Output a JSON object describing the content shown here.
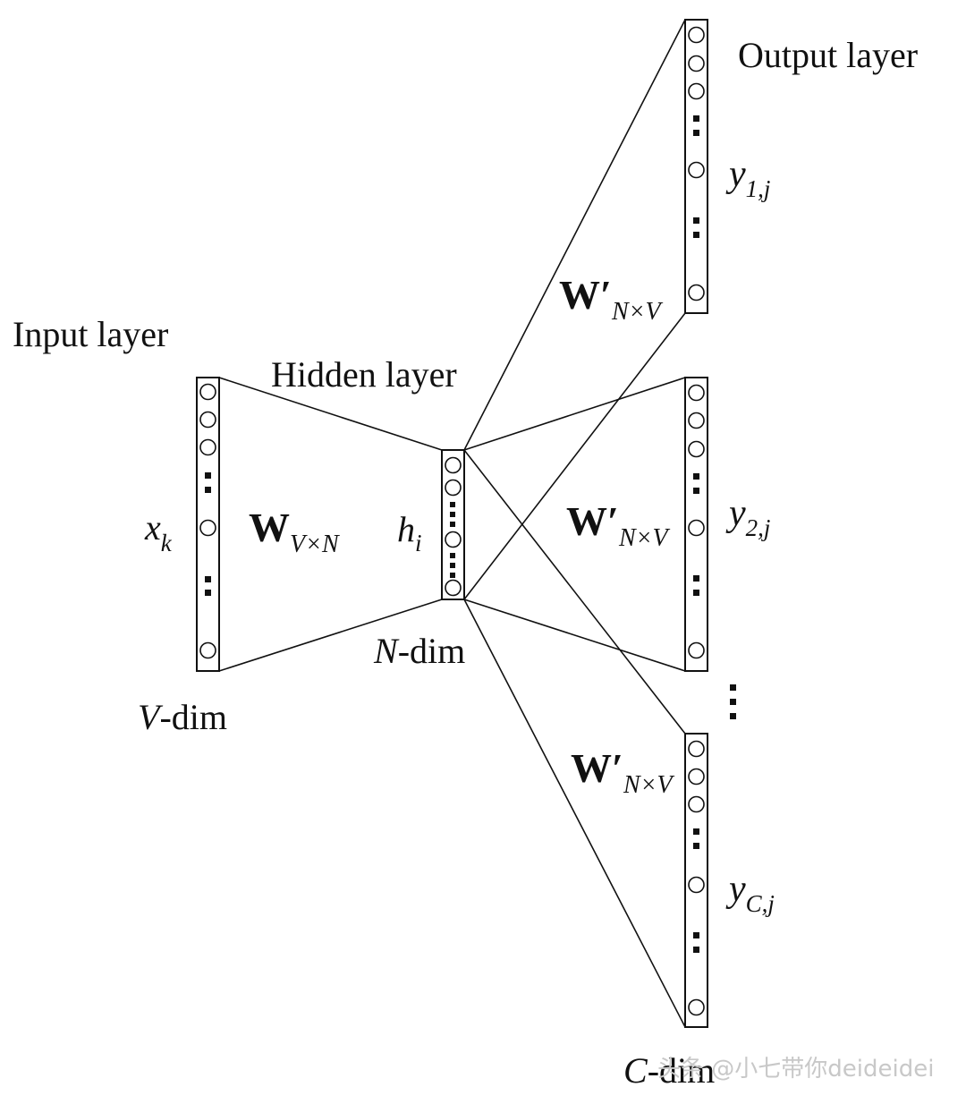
{
  "labels": {
    "input_layer": "Input layer",
    "hidden_layer": "Hidden layer",
    "output_layer": "Output layer",
    "input_var": "x",
    "input_sub": "k",
    "hidden_var": "h",
    "hidden_sub": "i",
    "input_dim_var": "V",
    "input_dim_suffix": "-dim",
    "hidden_dim_var": "N",
    "hidden_dim_suffix": "-dim",
    "output_dim_var": "C",
    "output_dim_suffix": "-dim"
  },
  "weights": {
    "input_matrix": "W",
    "input_sub": "V×N",
    "output_matrix": "W′",
    "output_sub": "N×V"
  },
  "outputs": [
    {
      "var": "y",
      "sub": "1,j"
    },
    {
      "var": "y",
      "sub": "2,j"
    },
    {
      "var": "y",
      "sub": "C,j"
    }
  ],
  "watermark": "头条 @小七带你deideidei",
  "colors": {
    "line": "#111111",
    "background": "#ffffff",
    "watermark": "#c8c8c8"
  }
}
